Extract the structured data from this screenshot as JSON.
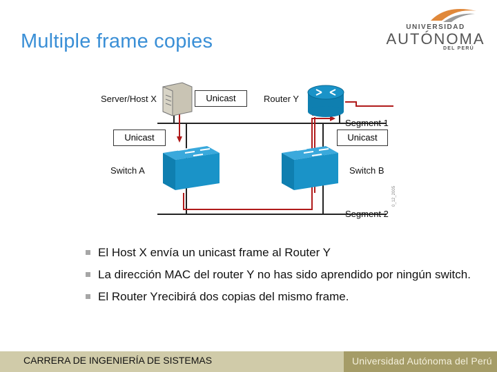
{
  "slide": {
    "title": "Multiple frame copies"
  },
  "logo": {
    "line1": "UNIVERSIDAD",
    "line2": "AUTÓNOMA",
    "line3": "DEL PERÚ",
    "accent_color": "#e0883a"
  },
  "diagram": {
    "server_label": "Server/Host X",
    "router_label": "Router Y",
    "segment1_label": "Segment 1",
    "segment2_label": "Segment 2",
    "switch_a_label": "Switch A",
    "switch_b_label": "Switch B",
    "unicast_top": "Unicast",
    "unicast_left": "Unicast",
    "unicast_right": "Unicast",
    "figure_id": "0_12_2005",
    "device_color": "#1a93c8",
    "frame_path_color": "#b01a1a"
  },
  "bullets": [
    "El Host X envía un unicast frame al Router Y",
    "La dirección MAC del router Y no has sido aprendido por ningún switch.",
    "El Router Yrecibirá dos copias del mismo frame."
  ],
  "footer": {
    "left": "CARRERA DE INGENIERÍA DE SISTEMAS",
    "right": "Universidad Autónoma del Perú"
  }
}
